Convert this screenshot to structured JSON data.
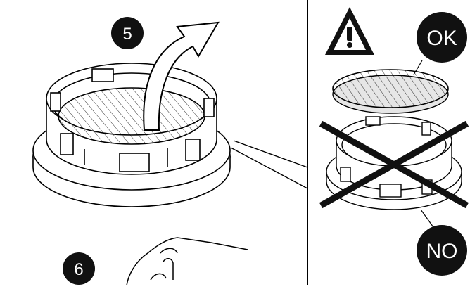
{
  "steps": {
    "step5": {
      "number": "5"
    },
    "step6": {
      "number": "6"
    }
  },
  "inset": {
    "ok_label": "OK",
    "no_label": "NO",
    "warning_icon": "warning-triangle-icon"
  },
  "colors": {
    "ink": "#000000",
    "paper": "#ffffff",
    "badge": "#111111",
    "shade": "#e6e6e6"
  }
}
